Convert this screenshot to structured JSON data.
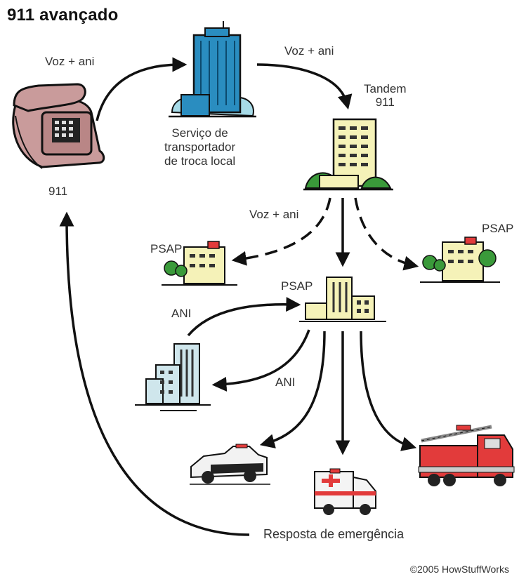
{
  "title": "911 avançado",
  "labels": {
    "phone_to_carrier": "Voz + ani",
    "carrier_to_tandem": "Voz + ani",
    "tandem_label": "Tandem\n911",
    "carrier_label": "Serviço de\ntransportador\nde troca local",
    "phone_label": "911",
    "tandem_to_psaps": "Voz + ani",
    "psap_left": "PSAP",
    "psap_center": "PSAP",
    "psap_right": "PSAP",
    "ani_in": "ANI",
    "ani_out": "ANI",
    "emergency_response": "Resposta de emergência"
  },
  "copyright": "©2005 HowStuffWorks"
}
